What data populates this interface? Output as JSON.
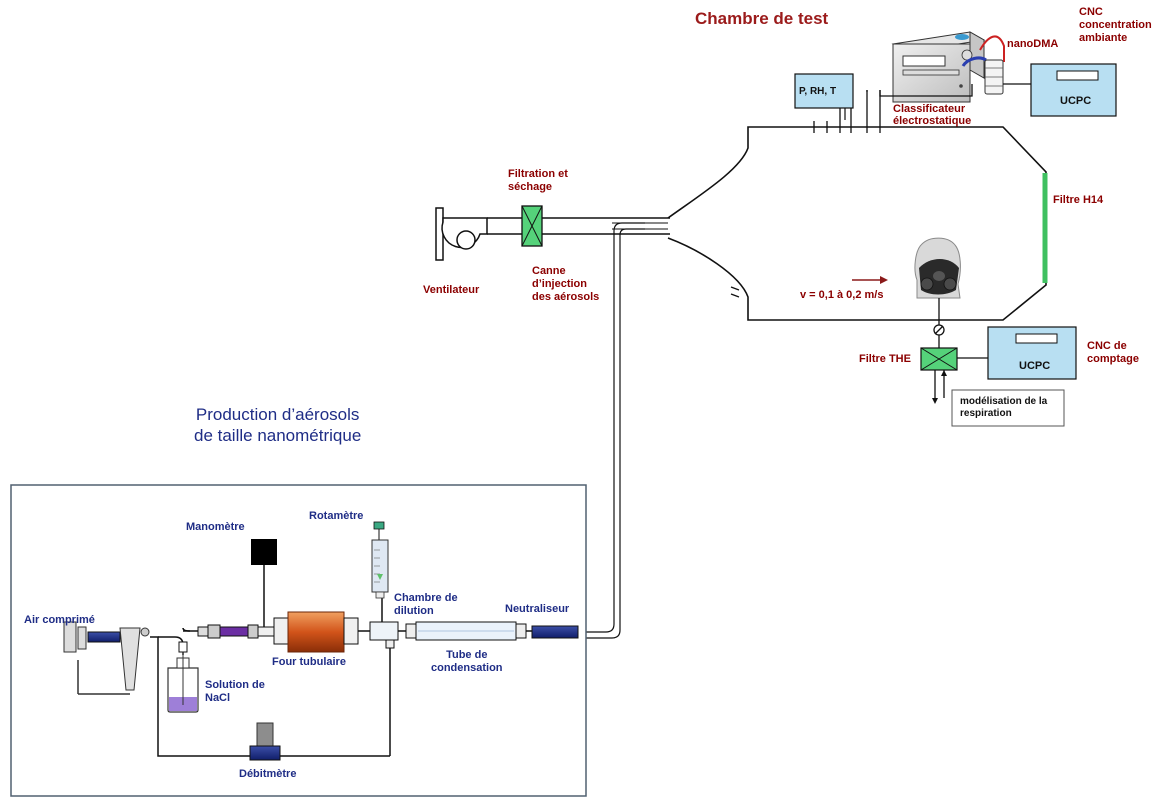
{
  "title_chambre": "Chambre de test",
  "title_production": [
    "Production d’aérosols",
    "de taille nanométrique"
  ],
  "labels": {
    "cnc_ambient": [
      "CNC",
      "concentration",
      "ambiante"
    ],
    "nanodma": "nanoDMA",
    "prh": "P, RH, T",
    "classificateur": [
      "Classificateur",
      "électrostatique"
    ],
    "ucpc": "UCPC",
    "filtration": [
      "Filtration et",
      "séchage"
    ],
    "filtre_h14": "Filtre H14",
    "ventilateur": "Ventilateur",
    "canne": [
      "Canne",
      "d’injection",
      "des aérosols"
    ],
    "velocity": "v = 0,1 à 0,2 m/s",
    "filtre_the": "Filtre THE",
    "cnc_comptage": [
      "CNC de",
      "comptage"
    ],
    "respiration": [
      "modélisation de la",
      "respiration"
    ],
    "manometre": "Manomètre",
    "rotametre": "Rotamètre",
    "chambre_dilution": [
      "Chambre de",
      "dilution"
    ],
    "neutraliseur": "Neutraliseur",
    "air_comprime": "Air comprimé",
    "four": "Four tubulaire",
    "solution": [
      "Solution de",
      "NaCl"
    ],
    "tube_condensation": [
      "Tube de",
      "condensation"
    ],
    "debitmetre": "Débitmètre"
  }
}
